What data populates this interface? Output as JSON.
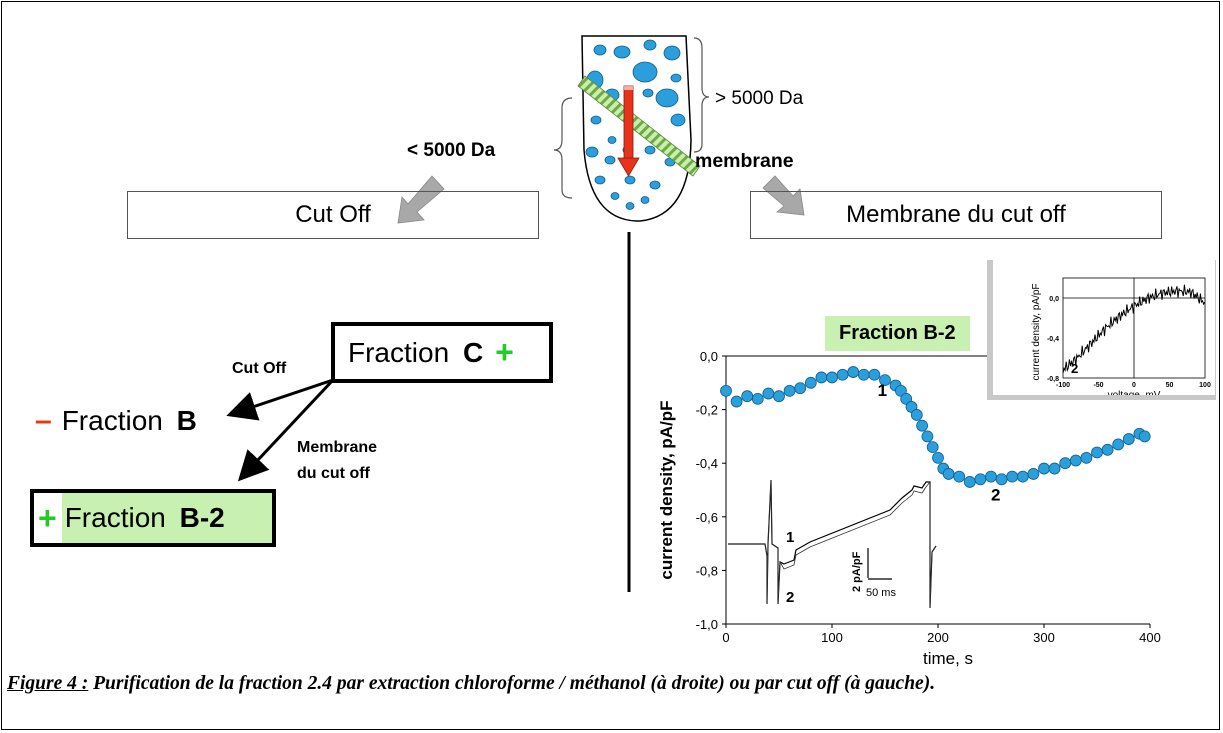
{
  "tube": {
    "label_gt": "> 5000 Da",
    "label_lt": "< 5000 Da",
    "label_membrane": "membrane"
  },
  "boxes": {
    "cut_off": "Cut Off",
    "membrane_cut_off": "Membrane du cut off"
  },
  "tree": {
    "root_prefix": "Fraction ",
    "root_letter": "C",
    "root_sign": "+",
    "edge_upper": "Cut Off",
    "edge_lower_line1": "Membrane",
    "edge_lower_line2": "du cut off",
    "child1_sign": "–",
    "child1_prefix": "Fraction ",
    "child1_letter": "B",
    "child2_sign": "+",
    "child2_prefix": "Fraction ",
    "child2_letter": "B-2"
  },
  "colors": {
    "plus": "#22cc22",
    "minus": "#ee3311",
    "highlight": "#c8f0b0",
    "dot": "#2a9fdc",
    "arrow_red": "#e8331c",
    "arrow_gray": "#a8a8a8"
  },
  "chart_data": [
    {
      "type": "scatter",
      "title": "Fraction B-2",
      "xlabel": "time, s",
      "ylabel": "current density, pA/pF",
      "xlim": [
        0,
        400
      ],
      "ylim": [
        -1.0,
        0.0
      ],
      "x_ticks": [
        "0",
        "100",
        "200",
        "300",
        "400"
      ],
      "y_ticks": [
        "0,0",
        "-0,2",
        "-0,4",
        "-0,6",
        "-0,8",
        "-1,0"
      ],
      "points": {
        "x": [
          0,
          10,
          20,
          30,
          40,
          50,
          60,
          70,
          80,
          90,
          100,
          110,
          120,
          130,
          140,
          150,
          160,
          165,
          170,
          175,
          180,
          185,
          190,
          195,
          200,
          205,
          210,
          220,
          230,
          240,
          250,
          260,
          270,
          280,
          290,
          300,
          310,
          320,
          330,
          340,
          350,
          360,
          370,
          380,
          390,
          395
        ],
        "y": [
          -0.13,
          -0.17,
          -0.15,
          -0.16,
          -0.14,
          -0.15,
          -0.13,
          -0.12,
          -0.1,
          -0.08,
          -0.08,
          -0.07,
          -0.06,
          -0.07,
          -0.07,
          -0.09,
          -0.11,
          -0.13,
          -0.16,
          -0.19,
          -0.22,
          -0.26,
          -0.3,
          -0.34,
          -0.38,
          -0.42,
          -0.44,
          -0.45,
          -0.47,
          -0.46,
          -0.45,
          -0.46,
          -0.45,
          -0.45,
          -0.44,
          -0.42,
          -0.42,
          -0.4,
          -0.39,
          -0.38,
          -0.36,
          -0.35,
          -0.33,
          -0.31,
          -0.29,
          -0.3
        ]
      },
      "annotations": [
        "1",
        "2"
      ],
      "inset_trace": {
        "labels": [
          "1",
          "2"
        ],
        "scale_y": "2 pA/pF",
        "scale_x": "50 ms"
      }
    },
    {
      "type": "line",
      "xlabel": "voltage, mV",
      "ylabel": "current density, pA/pF",
      "xlim": [
        -100,
        100
      ],
      "ylim": [
        -0.8,
        0.2
      ],
      "x_ticks": [
        "-100",
        "-50",
        "0",
        "50",
        "100"
      ],
      "y_ticks": [
        "0,0",
        "-0,4",
        "-0,8"
      ],
      "x": [
        -100,
        -80,
        -60,
        -40,
        -20,
        0,
        20,
        40,
        60,
        80,
        100
      ],
      "y": [
        -0.72,
        -0.6,
        -0.45,
        -0.3,
        -0.18,
        -0.08,
        0.0,
        0.05,
        0.07,
        0.06,
        -0.05
      ],
      "annotation": "2"
    }
  ],
  "caption": {
    "lead": "Figure 4 :",
    "text": " Purification de la fraction 2.4 par extraction chloroforme / méthanol (à droite) ou par cut off (à gauche)."
  }
}
